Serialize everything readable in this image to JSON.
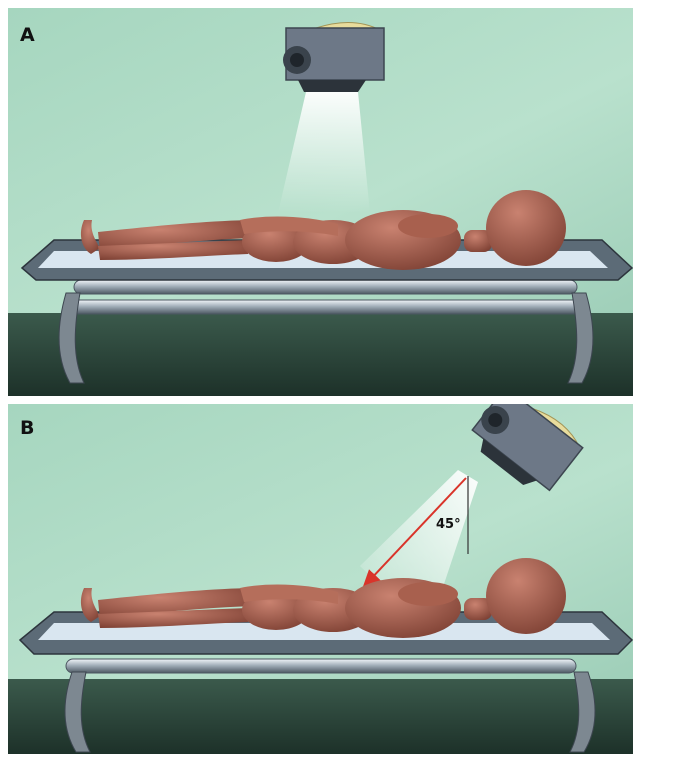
{
  "panels": [
    {
      "label": "A"
    },
    {
      "label": "B",
      "angle_label": "45°"
    }
  ],
  "colors": {
    "wall": "#b4dcc8",
    "floor": "#2f4a3e",
    "table_top": "#5c6b77",
    "table_surface": "#d9e6f0",
    "mannequin": "#9c5a48",
    "lamp_body": "#6d7887",
    "arrow": "#d9342a"
  }
}
